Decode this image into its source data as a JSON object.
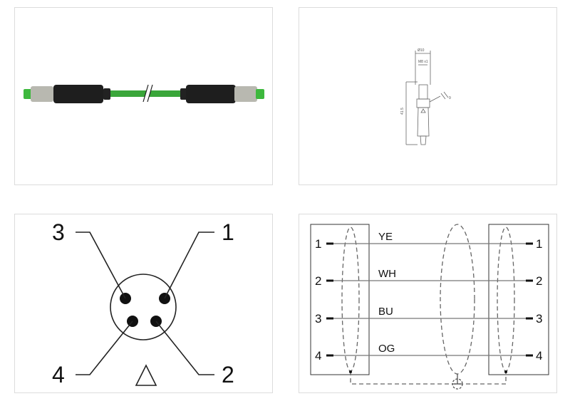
{
  "panels": {
    "product_photo": {
      "cable_color": "#3aa63a",
      "overmold_color": "#1e1e1e"
    },
    "dimension_drawing": {
      "diameter": "Ø10",
      "thread": "M8 x1",
      "length": "41.5",
      "wrench": "9"
    },
    "pin_layout": {
      "pins": [
        "1",
        "2",
        "3",
        "4"
      ]
    },
    "wiring_diagram": {
      "wires": [
        {
          "pin": "1",
          "color": "YE"
        },
        {
          "pin": "2",
          "color": "WH"
        },
        {
          "pin": "3",
          "color": "BU"
        },
        {
          "pin": "4",
          "color": "OG"
        }
      ]
    }
  }
}
